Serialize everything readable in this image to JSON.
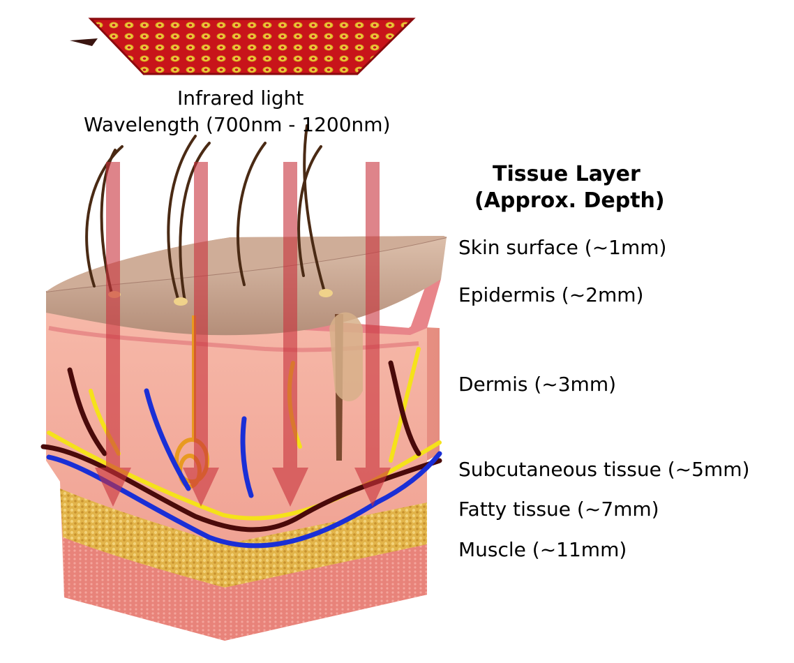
{
  "light_source": {
    "caption_line1": "Infrared light",
    "caption_line2": "Wavelength (700nm - 1200nm)"
  },
  "legend": {
    "heading_line1": "Tissue Layer",
    "heading_line2": "(Approx. Depth)",
    "layers": [
      "Skin surface (~1mm)",
      "Epidermis (~2mm)",
      "Dermis (~3mm)",
      "Subcutaneous tissue (~5mm)",
      "Fatty tissue (~7mm)",
      "Muscle (~11mm)"
    ]
  },
  "colors": {
    "panel_red": "#c8141a",
    "led_yellow": "#f3d23c",
    "ray_red": "#c8323c",
    "surface_beige": "#c9a58f",
    "epidermis_pink": "#e8858a",
    "dermis_pink": "#f0a79a",
    "fat_gold": "#e2b44a",
    "muscle_pink": "#e8837a",
    "vein_blue": "#1a2fd6",
    "artery_darkred": "#4a0a0a",
    "nerve_yellow": "#f5e21a",
    "gland_orange": "#e89a20",
    "hair_brown": "#4a2a14"
  }
}
